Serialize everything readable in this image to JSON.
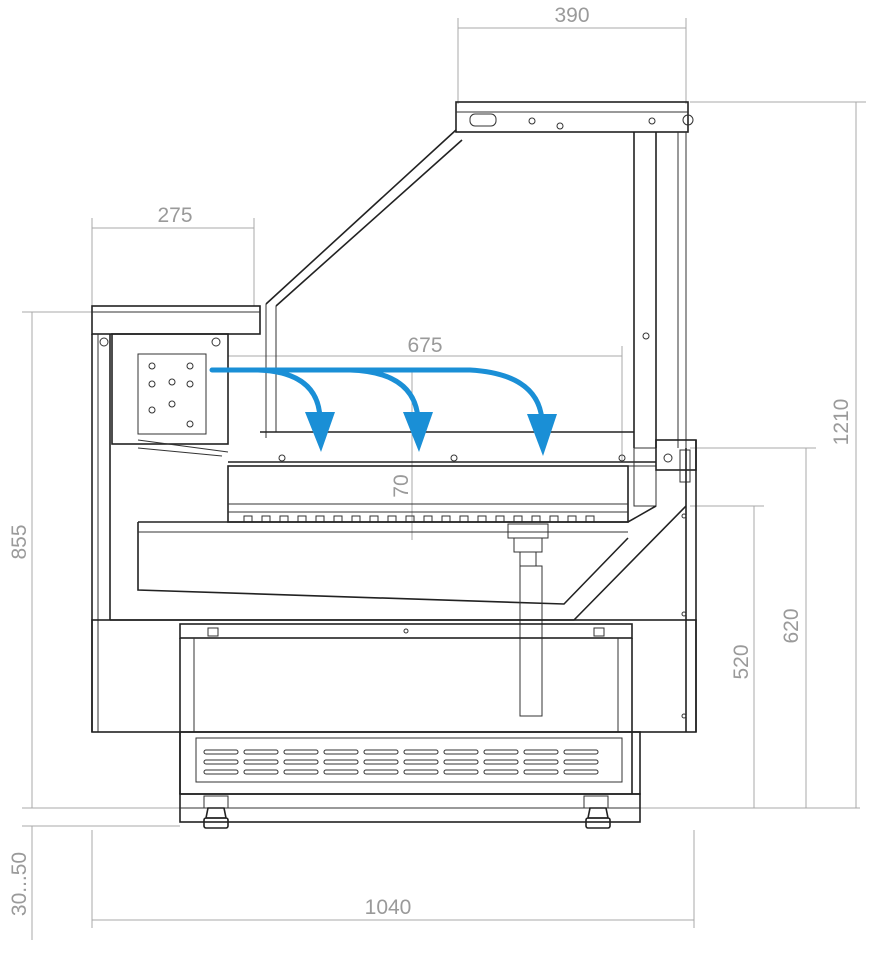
{
  "dimensions": {
    "top_width": "390",
    "top_left_depth": "275",
    "shelf_depth": "675",
    "shelf_gap": "70",
    "total_height_left": "855",
    "total_height_right": "1210",
    "counter_height": "620",
    "inner_height": "520",
    "feet_adjust": "30...50",
    "total_width": "1040"
  },
  "colors": {
    "airflow": "#1a8fd6",
    "dimension": "#9a9a9a",
    "outline": "#222222"
  }
}
